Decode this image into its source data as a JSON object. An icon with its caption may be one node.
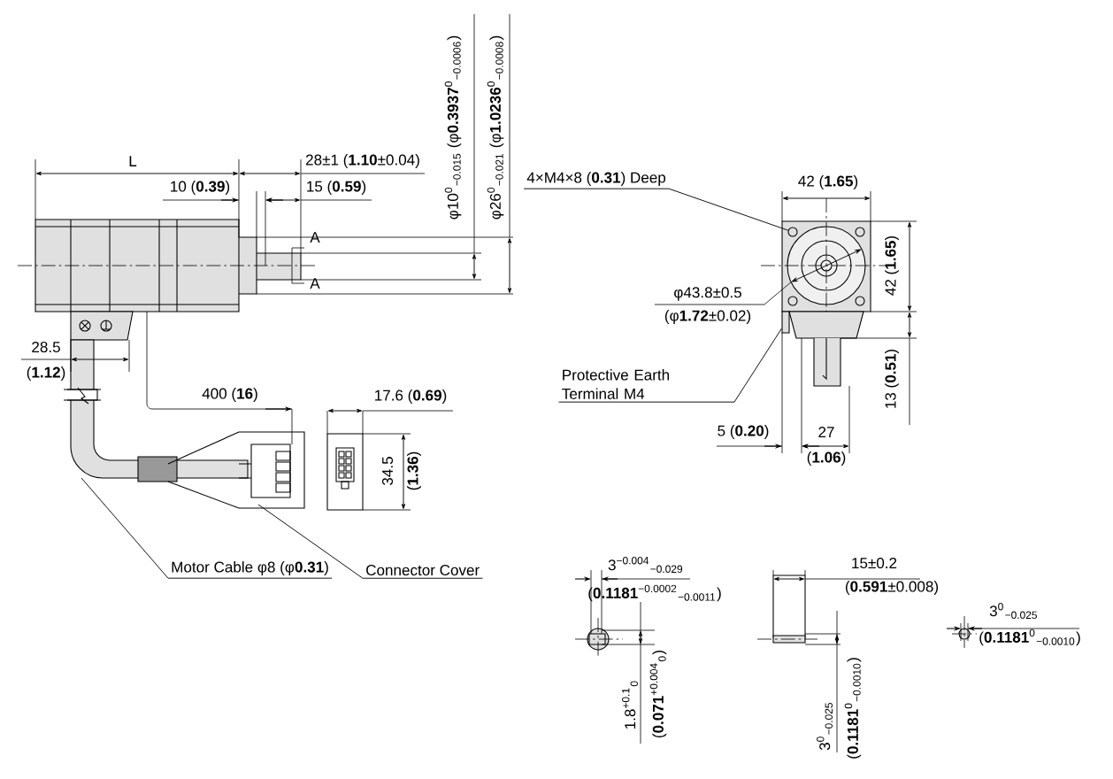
{
  "diagram": {
    "nodes": [
      {
        "text": [
          "4×M4×8 (**0.31**) Deep"
        ]
      },
      {
        "text": [
          "Protective Earth Terminal M4"
        ]
      },
      {
        "text": [
          "Motor Cable φ8 (φ**0.31**)"
        ]
      },
      {
        "text": [
          "Connector Cover"
        ]
      },
      {
        "text": [],
        "shape": "circle"
      },
      {
        "text": [],
        "shape": "box"
      }
    ],
    "edges": [
      {
        "from": 0,
        "to": 4,
        "arrow": "none"
      },
      {
        "from": 1,
        "to": 5,
        "arrow": "none"
      },
      {
        "from": 2,
        "to": null,
        "arrow": "none"
      },
      {
        "from": 3,
        "to": null,
        "arrow": "none"
      }
    ],
    "labels": [
      "L",
      "28±1 (**1.10**±0.04)",
      "10 (**0.39**)",
      "15 (**0.59**)",
      "A",
      "A",
      "φ10$^{0}$$_{−0.015}$ (φ**0.3937**$^{0}$$_{−0.0006}$)",
      "φ26$^{0}$$_{−0.021}$ (φ**1.0236**$^{0}$$_{−0.0008}$)",
      "28.5",
      "(**1.12**)",
      "400 (**16**)",
      "17.6 (**0.69**)",
      "34.5",
      "(**1.36**)",
      "42 (**1.65**)",
      "42 (**1.65**)",
      "φ43.8±0.5",
      "(φ**1.72**±0.02)",
      "13 (**0.51**)",
      "5 (**0.20**)",
      "27",
      "(**1.06**)",
      "3$^{−0.004}$$_{−0.029}$",
      "(**0.1181**$^{−0.0002}$$_{−0.0011}$)",
      "1.8$^{+0.1}$$_{0}$",
      "(**0.071**$^{+0.004}$$_{0}$)",
      "15±0.2",
      "(**0.591**±0.008)",
      "3$^{0}$$_{−0.025}$",
      "(**0.1181**$^{0}$$_{−0.0010}$)",
      "3$^{0}$$_{−0.025}$",
      "(**0.1181**$^{0}$$_{−0.0010}$)"
    ]
  }
}
